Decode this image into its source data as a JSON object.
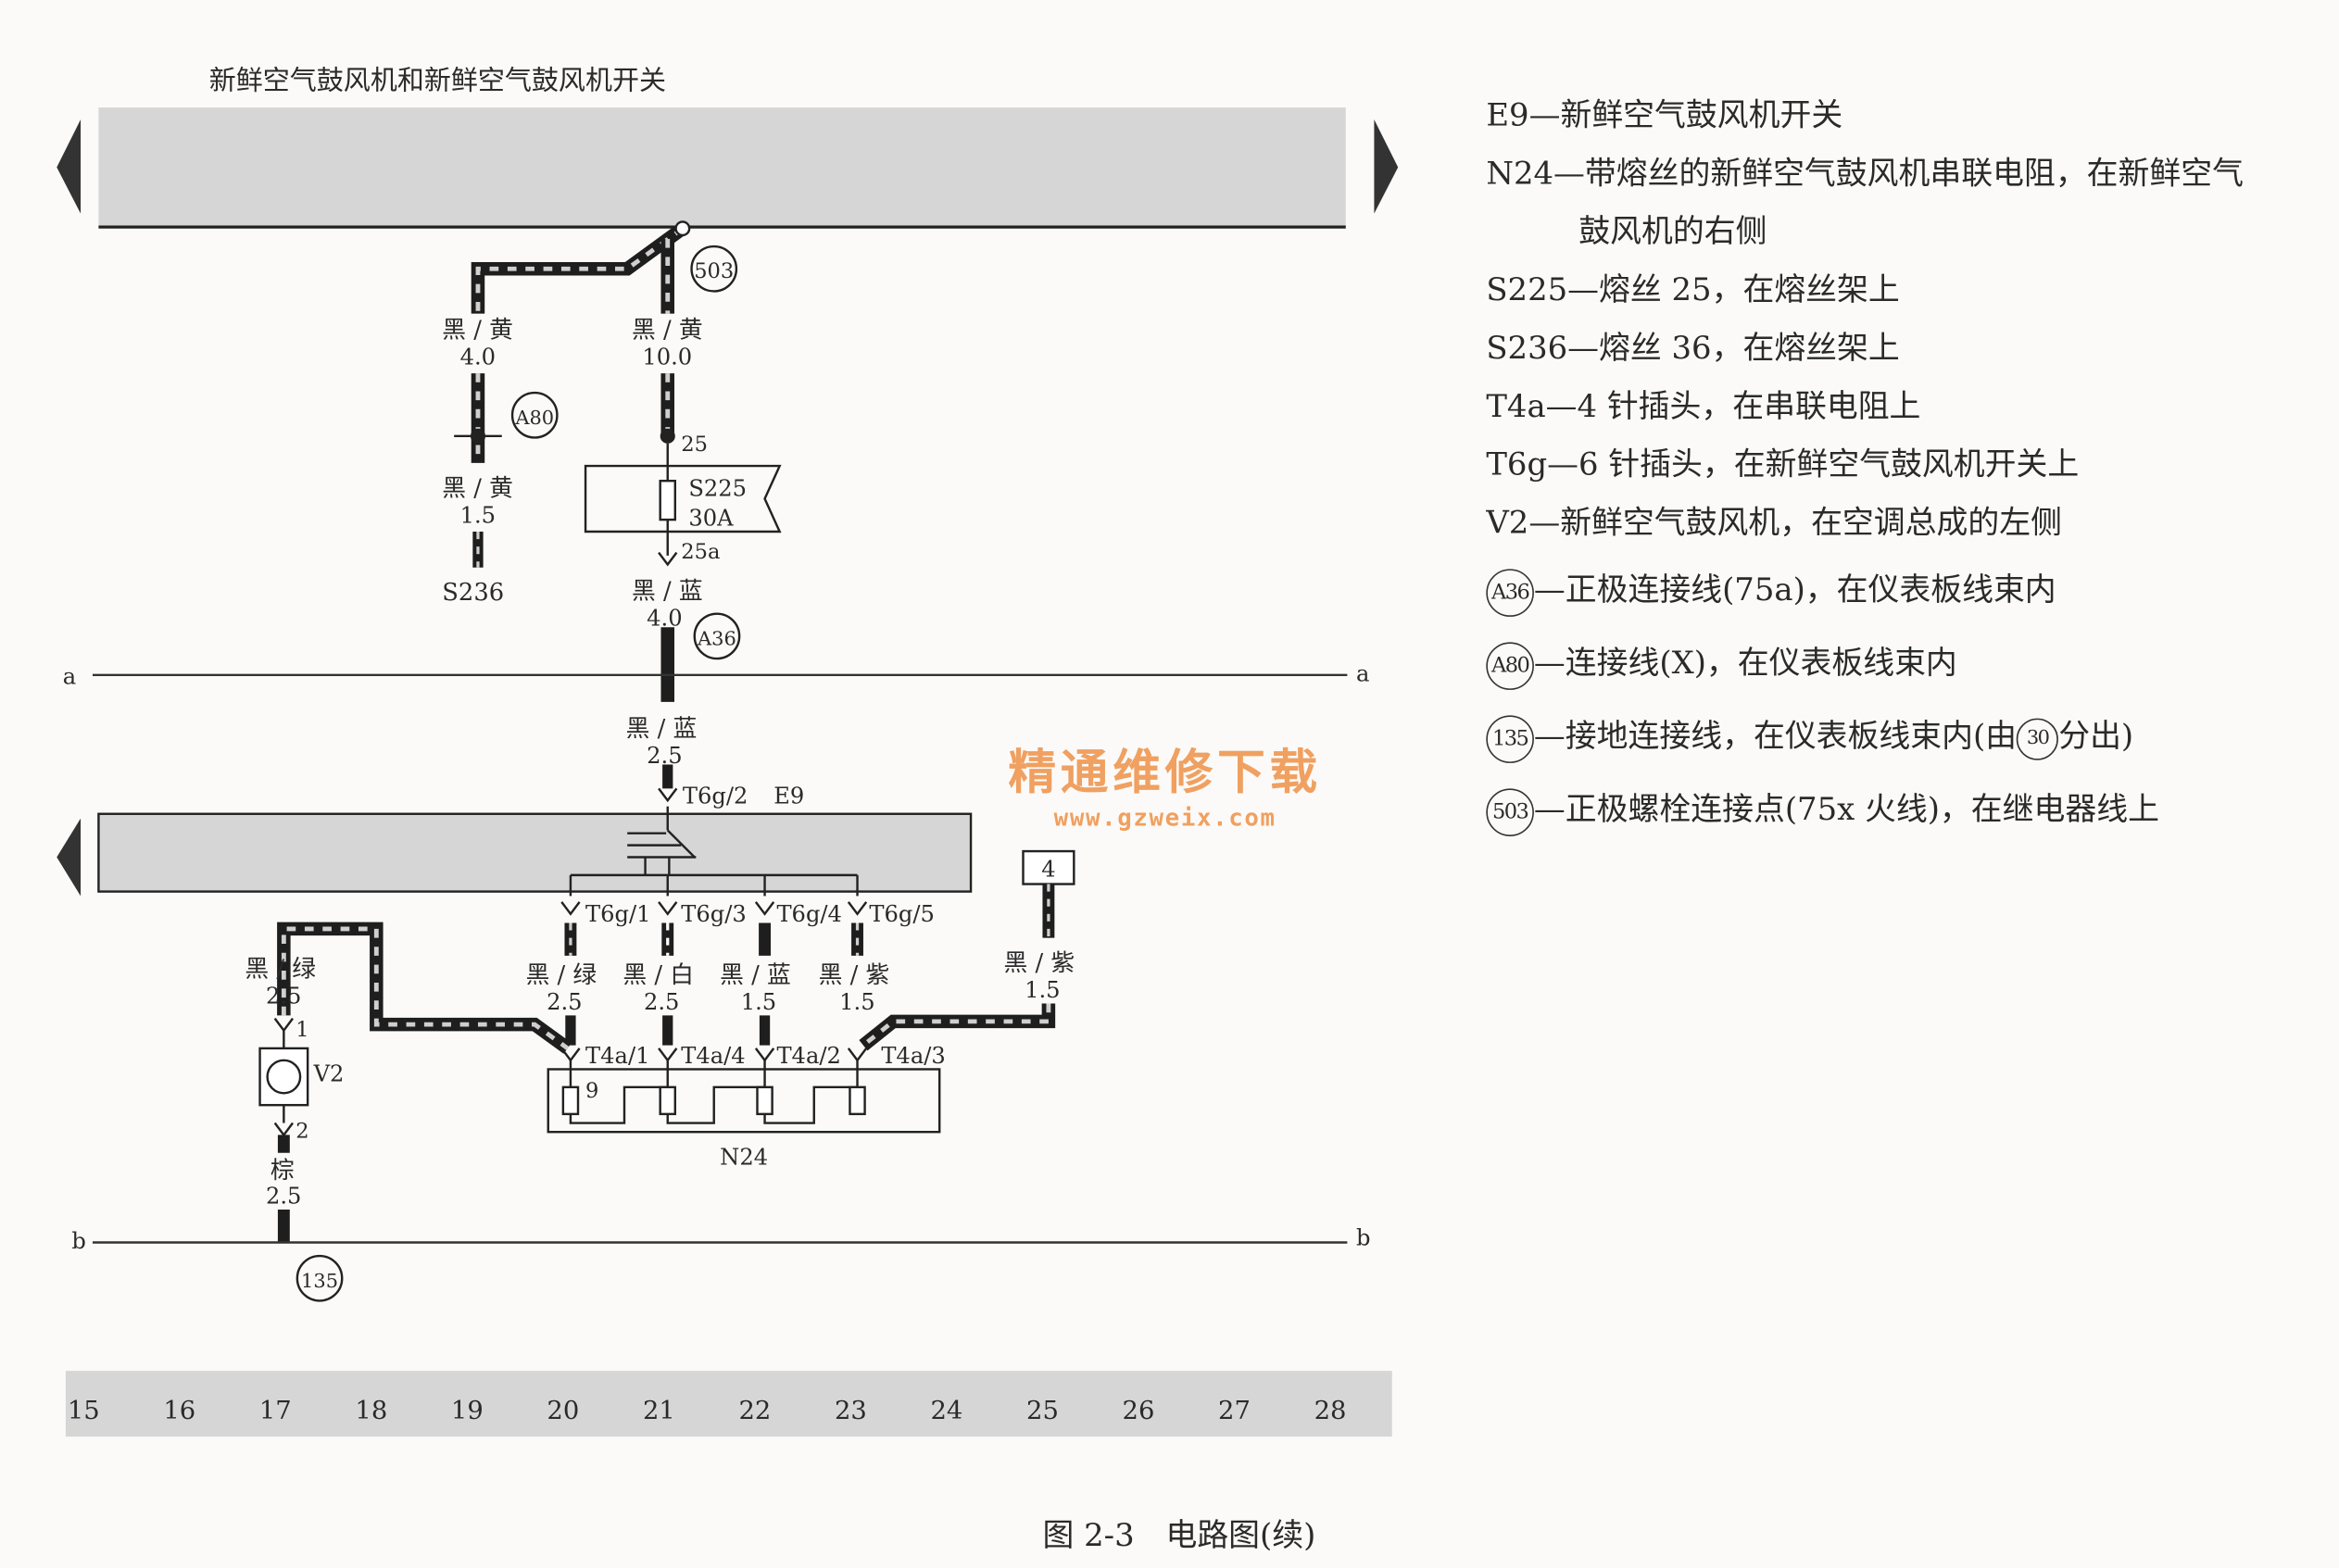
{
  "diagram": {
    "top_title": "新鲜空气鼓风机和新鲜空气鼓风机开关",
    "bus_a": "a",
    "bus_b": "b",
    "wires": {
      "w1": {
        "color": "黑 / 黄",
        "size": "4.0"
      },
      "w2": {
        "color": "黑 / 黄",
        "size": "10.0"
      },
      "w3": {
        "color": "黑 / 黄",
        "size": "1.5"
      },
      "w4": {
        "color": "黑 / 蓝",
        "size": "4.0"
      },
      "w5": {
        "color": "黑 / 蓝",
        "size": "2.5"
      },
      "w6": {
        "color": "黑 / 绿",
        "size": "2.5"
      },
      "w7": {
        "color": "黑 / 绿",
        "size": "2.5"
      },
      "w8": {
        "color": "黑 / 白",
        "size": "2.5"
      },
      "w9": {
        "color": "黑 / 蓝",
        "size": "1.5"
      },
      "w10": {
        "color": "黑 / 紫",
        "size": "1.5"
      },
      "w11": {
        "color": "黑 / 紫",
        "size": "1.5"
      },
      "w12": {
        "color": "棕",
        "size": "2.5"
      }
    },
    "nodes": {
      "n503": "503",
      "a80": "A80",
      "a36": "A36",
      "n135": "135",
      "ref4": "4"
    },
    "labels": {
      "s236": "S236",
      "fuse_in": "25",
      "fuse_name": "S225",
      "fuse_rating": "30A",
      "fuse_out": "25a",
      "t6g2": "T6g/2",
      "e9": "E9",
      "t6g1": "T6g/1",
      "t6g3": "T6g/3",
      "t6g4": "T6g/4",
      "t6g5": "T6g/5",
      "t4a1": "T4a/1",
      "t4a4": "T4a/4",
      "t4a2": "T4a/2",
      "t4a3": "T4a/3",
      "n24": "N24",
      "res9": "9",
      "v2": "V2",
      "v2p1": "1",
      "v2p2": "2"
    },
    "track_numbers": [
      "15",
      "16",
      "17",
      "18",
      "19",
      "20",
      "21",
      "22",
      "23",
      "24",
      "25",
      "26",
      "27",
      "28"
    ]
  },
  "legend": {
    "e9": "E9—新鲜空气鼓风机开关",
    "n24_a": "N24—带熔丝的新鲜空气鼓风机串联电阻，在新鲜空气",
    "n24_b": "鼓风机的右侧",
    "s225": "S225—熔丝 25，在熔丝架上",
    "s236": "S236—熔丝 36，在熔丝架上",
    "t4a": "T4a—4 针插头，在串联电阻上",
    "t6g": "T6g—6 针插头，在新鲜空气鼓风机开关上",
    "v2": "V2—新鲜空气鼓风机，在空调总成的左侧",
    "a36_code": "A36",
    "a36_text": "—正极连接线(75a)，在仪表板线束内",
    "a80_code": "A80",
    "a80_text": "—连接线(X)，在仪表板线束内",
    "c135_code": "135",
    "c135_text_a": "—接地连接线，在仪表板线束内(由",
    "c135_inner": "30",
    "c135_text_b": "分出)",
    "c503_code": "503",
    "c503_text": "—正极螺栓连接点(75x 火线)，在继电器线上"
  },
  "watermark": {
    "line1": "精通维修下载",
    "line2": "www.gzweix.com"
  },
  "caption": "图 2-3　电路图(续)"
}
